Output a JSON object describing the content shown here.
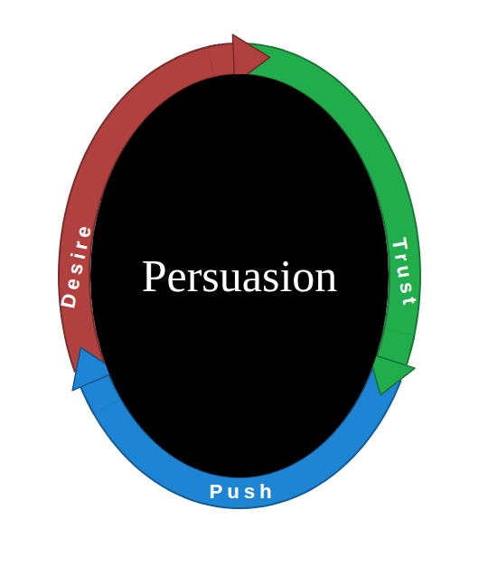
{
  "diagram": {
    "nodes": [
      {
        "text": [
          "Persuasion"
        ]
      },
      {
        "text": [
          "Desire"
        ]
      },
      {
        "text": [
          "Trust"
        ]
      },
      {
        "text": [
          "Push"
        ]
      }
    ],
    "edges": [
      {
        "from": 1,
        "to": 2,
        "arrow": "to"
      },
      {
        "from": 2,
        "to": 3,
        "arrow": "to"
      },
      {
        "from": 3,
        "to": 1,
        "arrow": "to"
      }
    ]
  }
}
